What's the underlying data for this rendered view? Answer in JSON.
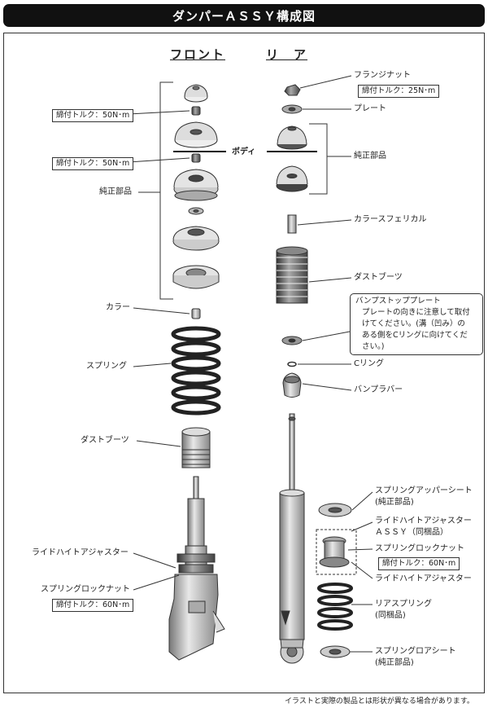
{
  "title": "ダンパーＡＳＳＹ構成図",
  "headings": {
    "front": "フロント",
    "rear": "リ　ア"
  },
  "body_label": "ボディ",
  "front": {
    "torque_upper": "締付トルク：50N･m",
    "torque_mid": "締付トルク：50N･m",
    "genuine": "純正部品",
    "collar": "カラー",
    "spring": "スプリング",
    "dust_boot": "ダストブーツ",
    "ride_height_adjuster": "ライドハイトアジャスター",
    "spring_lock_nut": "スプリングロックナット",
    "torque_lock": "締付トルク：60N･m"
  },
  "rear": {
    "flange_nut": "フランジナット",
    "torque_flange": "締付トルク：25N･m",
    "plate": "プレート",
    "genuine": "純正部品",
    "collar_spherical": "カラースフェリカル",
    "dust_boot": "ダストブーツ",
    "bump_stop_plate": "バンプストッププレート",
    "bump_stop_note": [
      "プレートの向きに注意して取付",
      "けてください。(溝（凹み）の",
      "ある側をCリングに向けてくだ",
      "さい。)"
    ],
    "c_ring": "Cリング",
    "bump_rubber": "バンプラバー",
    "spring_upper_seat": "スプリングアッパーシート",
    "spring_upper_seat_sub": "(純正部品)",
    "ride_height_assy": "ライドハイトアジャスター",
    "ride_height_assy_sub": "ＡＳＳＹ（同梱品）",
    "spring_lock_nut": "スプリングロックナット",
    "torque_lock": "締付トルク：60N･m",
    "ride_height_adjuster": "ライドハイトアジャスター",
    "rear_spring": "リアスプリング",
    "rear_spring_sub": "(同梱品)",
    "spring_lower_seat": "スプリングロアシート",
    "spring_lower_seat_sub": "(純正部品)"
  },
  "disclaimer": "イラストと実際の製品とは形状が異なる場合があります。"
}
